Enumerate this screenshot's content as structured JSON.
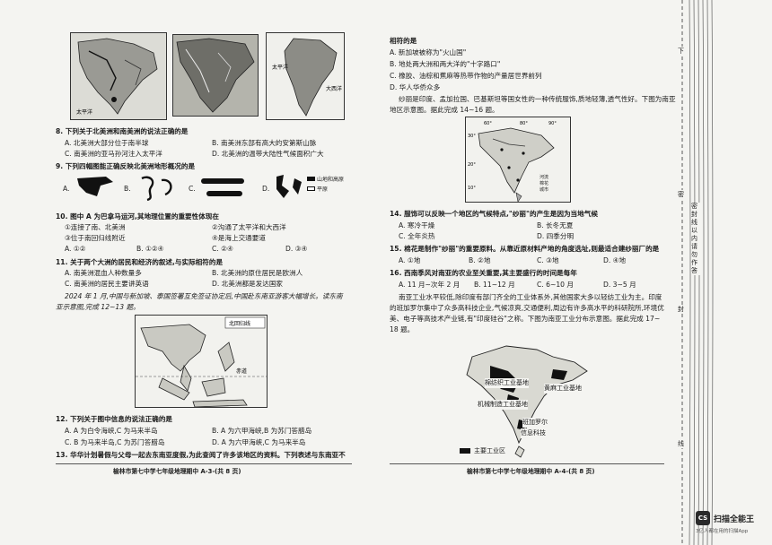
{
  "left_page": {
    "q8": {
      "stem": "8. 下列关于北美洲和南美洲的说法正确的是",
      "a": "A. 北美洲大部分位于南半球",
      "b": "B. 南美洲东部有高大的安第斯山脉",
      "c": "C. 南美洲的亚马孙河注入太平洋",
      "d": "D. 北美洲的温带大陆性气候面积广大"
    },
    "q9": {
      "stem": "9. 下列四幅图能正确反映北美洲地形概况的是",
      "labels": [
        "A.",
        "B.",
        "C.",
        "D."
      ],
      "legend": [
        "山地和高原",
        "平原"
      ]
    },
    "q10": {
      "stem": "10. 图中 A 为巴拿马运河,其地理位置的重要性体现在",
      "o1": "①连接了南、北美洲",
      "o2": "②沟通了太平洋和大西洋",
      "o3": "③位于南回归线附近",
      "o4": "④是海上交通要道",
      "a": "A. ①②",
      "b": "B. ①②④",
      "c": "C. ②④",
      "d": "D. ③④"
    },
    "q11": {
      "stem": "11. 关于两个大洲的居民和经济的叙述,与实际相符的是",
      "a": "A. 南美洲混血人种数量多",
      "b": "B. 北美洲的原住居民是欧洲人",
      "c": "C. 南美洲的居民主要讲英语",
      "d": "D. 北美洲都是发达国家"
    },
    "intro_12_13": {
      "line1": "2024 年 1 月,中国与新加坡、泰国签署互免签证协定后,中国赴东南亚游客大幅增长。读东南",
      "line2": "亚示意图,完成 12~13 题。"
    },
    "q12": {
      "stem": "12. 下列关于图中信息的说法正确的是",
      "a": "A. A 为白令海峡,C 为马来半岛",
      "b": "B. A 为六甲海峡,B 为苏门答腊岛",
      "c": "C. B 为马来半岛,C 为苏门答腊岛",
      "d": "D. A 为六甲海峡,C 为马来半岛"
    },
    "q13": {
      "stem": "13. 华华计划暑假与父母一起去东南亚度假,为此查阅了许多该地区的资料。下列表述与东南亚不"
    },
    "map_labels": {
      "pacific": "太平洋",
      "atlantic": "大西洋",
      "north_return": "北回归线",
      "equator": "赤道"
    },
    "footer": "榆林市第七中学七年级地理期中 A-3-(共 8 页)"
  },
  "right_page": {
    "cont": {
      "l1": "相符的是",
      "a": "A. 新加坡被称为\"火山国\"",
      "b": "B. 地处两大洲和两大洋的\"十字路口\"",
      "c": "C. 橡胶、油棕和蕉麻等热带作物的产量居世界前列",
      "d": "D. 华人华侨众多"
    },
    "intro_14_16": {
      "line1": "纱丽是印度、孟加拉国、巴基斯坦等国女性的一种传统服饰,质地轻薄,透气性好。下图为南亚",
      "line2": "地区示意图。据此完成 14~16 题。"
    },
    "q14": {
      "stem": "14. 服饰可以反映一个地区的气候特点,\"纱丽\"的产生是因为当地气候",
      "a": "A. 寒冷干燥",
      "b": "B. 长冬无夏",
      "c": "C. 全年炎热",
      "d": "D. 四季分明"
    },
    "q15": {
      "stem": "15. 棉花是制作\"纱丽\"的重要原料。从靠近原材料产地的角度选址,则最适合建纱丽厂的是",
      "a": "A. ①地",
      "b": "B. ②地",
      "c": "C. ③地",
      "d": "D. ④地"
    },
    "q16": {
      "stem": "16. 西南季风对南亚的农业至关重要,其主要盛行的时间是每年",
      "a": "A. 11 月~次年 2 月",
      "b": "B. 11~12 月",
      "c": "C. 6~10 月",
      "d": "D. 3~5 月"
    },
    "intro_17_18": {
      "line1": "南亚工业水平较低,除印度有部门齐全的工业体系外,其他国家大多以轻纺工业为主。印度",
      "line2": "的班加罗尔集中了众多高科技企业,气候凉爽,交通便利,周边有许多高水平的科研院所,环境优",
      "line3": "美、电子等高技术产业链,有\"印度硅谷\"之称。下图为南亚工业分布示意图。据此完成 17~",
      "line4": "18 题。"
    },
    "industry_labels": {
      "tc_base": "棉纺织工业基地",
      "jute": "黄麻工业基地",
      "machine": "机械制造工业基地",
      "bangalore": "班加罗尔",
      "info": "信息科技",
      "legend": "主要工业区"
    },
    "south_asia_legend": [
      "河流",
      "棉花",
      "城市"
    ],
    "coords": [
      "30°",
      "60°",
      "80°",
      "90°",
      "20°",
      "10°"
    ],
    "footer": "榆林市第七中学七年级地理期中 A-4-(共 8 页)"
  },
  "binding": {
    "chars": [
      "下",
      "密",
      "封",
      "线"
    ],
    "note": "密封线以内请勿作答",
    "rows": 14
  },
  "scanner": {
    "badge": "CS",
    "name": "扫描全能王",
    "sub": "3亿人都在用的扫描App"
  }
}
